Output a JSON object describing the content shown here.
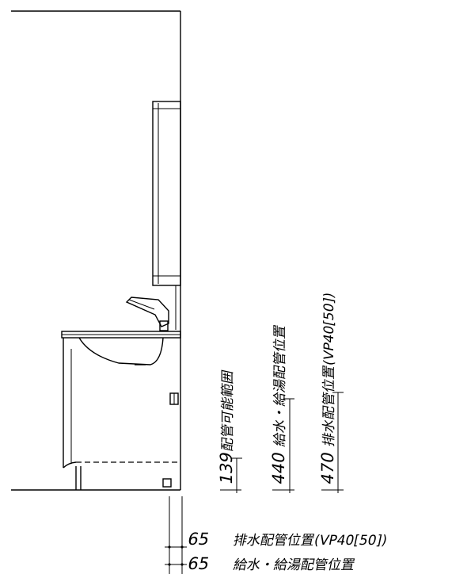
{
  "dimensions": {
    "vertical": [
      {
        "value": "139",
        "label": "配管可能範囲"
      },
      {
        "value": "440",
        "label": "給水・給湯配管位置"
      },
      {
        "value": "470",
        "label": "排水配管位置(VP40[50])"
      }
    ],
    "bottom": [
      {
        "value": "65",
        "label": "排水配管位置(VP40[50])"
      },
      {
        "value": "65",
        "label": "給水・給湯配管位置"
      }
    ]
  }
}
